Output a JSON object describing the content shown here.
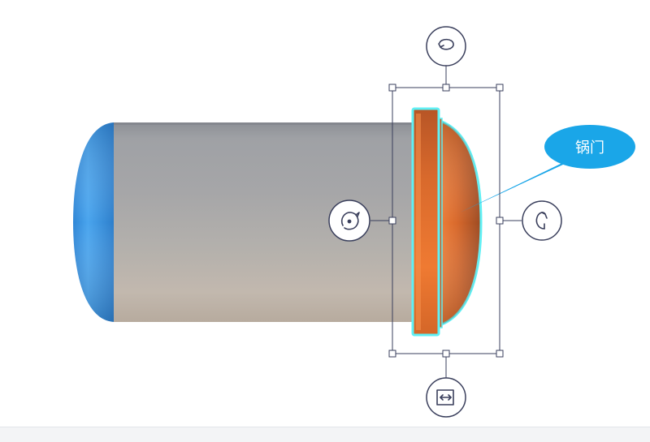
{
  "canvas": {
    "background": "#ffffff"
  },
  "model": {
    "body": {
      "name": "boiler-body",
      "color": "#a9a9ab"
    },
    "left_cap": {
      "name": "left-end-cap",
      "color": "#3c96e3"
    },
    "door": {
      "name": "boiler-door",
      "color": "#e8752d",
      "highlight_color": "#5ff0f5",
      "selected": true
    }
  },
  "callout": {
    "label": "锅门",
    "color": "#1aa6e8"
  },
  "gizmo": {
    "frame_color": "#3a3f5c",
    "icons": {
      "top": "rotate-horizontal-icon",
      "left": "rotate-clockwise-icon",
      "right": "rotate-vertical-icon",
      "bottom": "move-horizontal-icon"
    }
  }
}
